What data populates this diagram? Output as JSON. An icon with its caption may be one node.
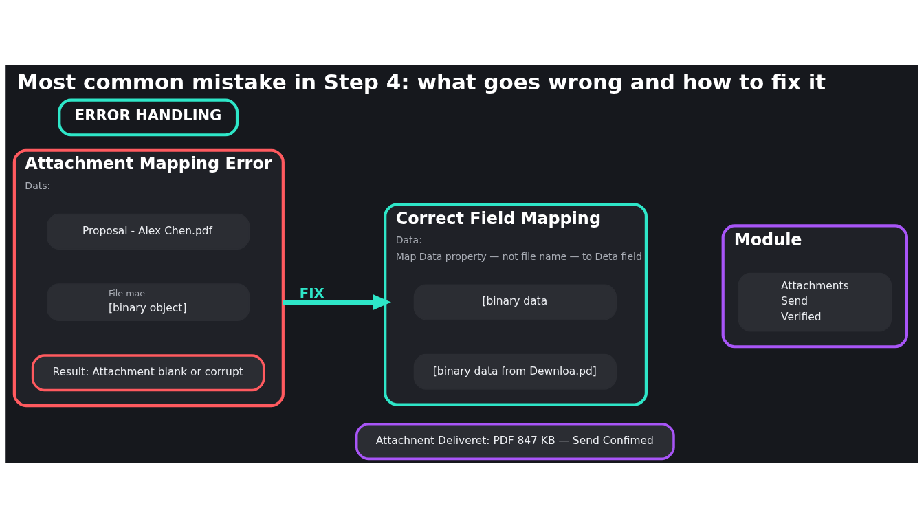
{
  "diagram": {
    "title": "Most common mistake in Step 4: what goes wrong and how to fix it",
    "nodes": [
      {
        "text": [
          "ERROR HANDLING"
        ]
      },
      {
        "text": [
          "Attachment Mapping Error",
          "Dats:"
        ]
      },
      {
        "text": [
          "Proposal - Alex Chen.pdf"
        ],
        "in": 1
      },
      {
        "text": [
          "File mae",
          "[binary object]"
        ],
        "in": 1
      },
      {
        "text": [
          "Result: Attachment blank or corrupt"
        ],
        "in": 1
      },
      {
        "text": [
          "Correct Field Mapping",
          "Data:",
          "Map Data property — not file name — to Deta field"
        ]
      },
      {
        "text": [
          "[binary data"
        ],
        "in": 5
      },
      {
        "text": [
          "[binary data from Dewnloa.pd]"
        ],
        "in": 5
      },
      {
        "text": [
          "Module"
        ]
      },
      {
        "text": [
          "Attachments",
          "Send",
          "Verified"
        ],
        "in": 8
      },
      {
        "text": [
          "Attachnent Deliveret: PDF 847 KB — Send Confimed"
        ]
      }
    ],
    "edges": [
      {
        "from": 1,
        "to": 5,
        "arrow": "to",
        "label": "FIX",
        "color": "#2ee6c8"
      }
    ]
  }
}
